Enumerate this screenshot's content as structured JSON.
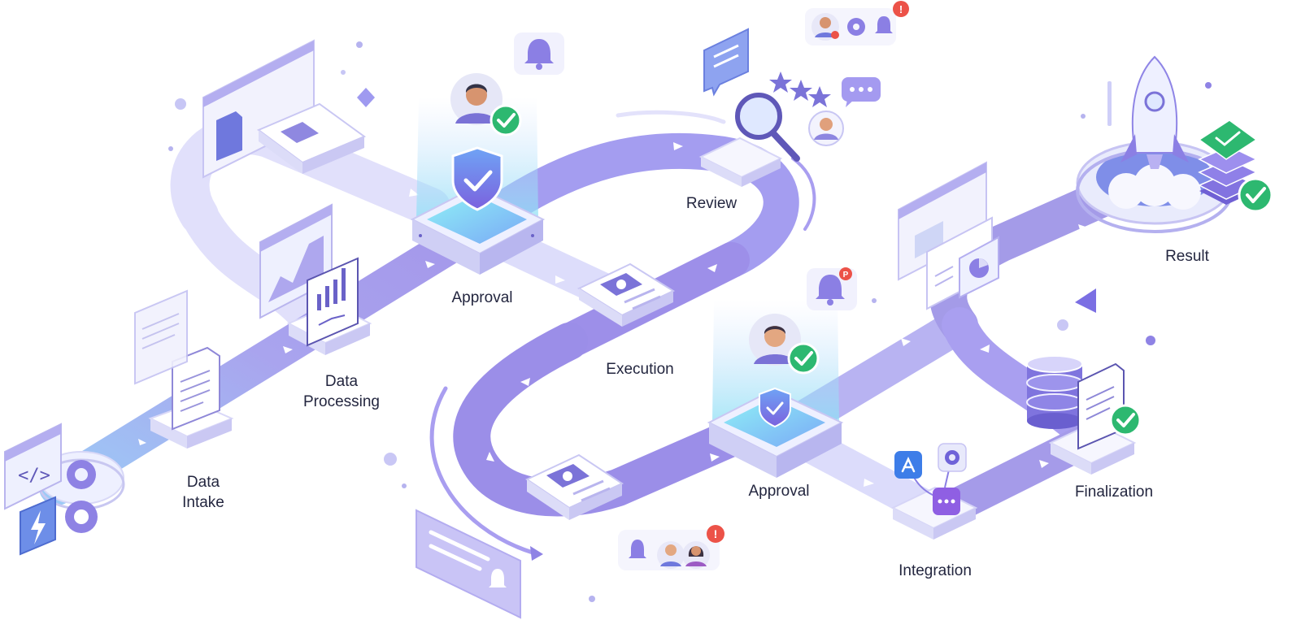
{
  "stages": [
    {
      "id": "data-intake",
      "lines": [
        "Data",
        "Intake"
      ]
    },
    {
      "id": "data-processing",
      "lines": [
        "Data",
        "Processing"
      ]
    },
    {
      "id": "approval-1",
      "lines": [
        "Approval"
      ]
    },
    {
      "id": "execution",
      "lines": [
        "Execution"
      ]
    },
    {
      "id": "review",
      "lines": [
        "Review"
      ]
    },
    {
      "id": "approval-2",
      "lines": [
        "Approval"
      ]
    },
    {
      "id": "integration",
      "lines": [
        "Integration"
      ]
    },
    {
      "id": "finalization",
      "lines": [
        "Finalization"
      ]
    },
    {
      "id": "result",
      "lines": [
        "Result"
      ]
    }
  ],
  "badges": {
    "notification_p": "P",
    "alert_mark": "!"
  },
  "colors": {
    "track": "#a9a4ee",
    "track_light": "#d9dafb",
    "track_blue": "#9fc2f7",
    "accent": "#7b6fe3",
    "platform": "#eef0ff",
    "success": "#2db870",
    "alert": "#ec5248",
    "text": "#23263f"
  }
}
